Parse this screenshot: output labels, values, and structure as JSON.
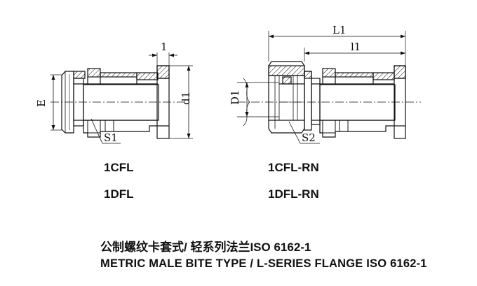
{
  "left_fitting": {
    "dim_top": "1",
    "dim_side_left": "E",
    "dim_side_right": "d1",
    "callout": "S1"
  },
  "right_fitting": {
    "dim_overall": "L1",
    "dim_inner": "l1",
    "dim_side_left": "D1",
    "callout": "S2"
  },
  "models": {
    "left_top": "1CFL",
    "left_bottom": "1DFL",
    "right_top": "1CFL-RN",
    "right_bottom": "1DFL-RN"
  },
  "caption": {
    "cn": "公制螺纹卡套式/ 轻系列法兰ISO 6162-1",
    "en": "METRIC MALE BITE TYPE / L-SERIES FLANGE ISO 6162-1"
  }
}
